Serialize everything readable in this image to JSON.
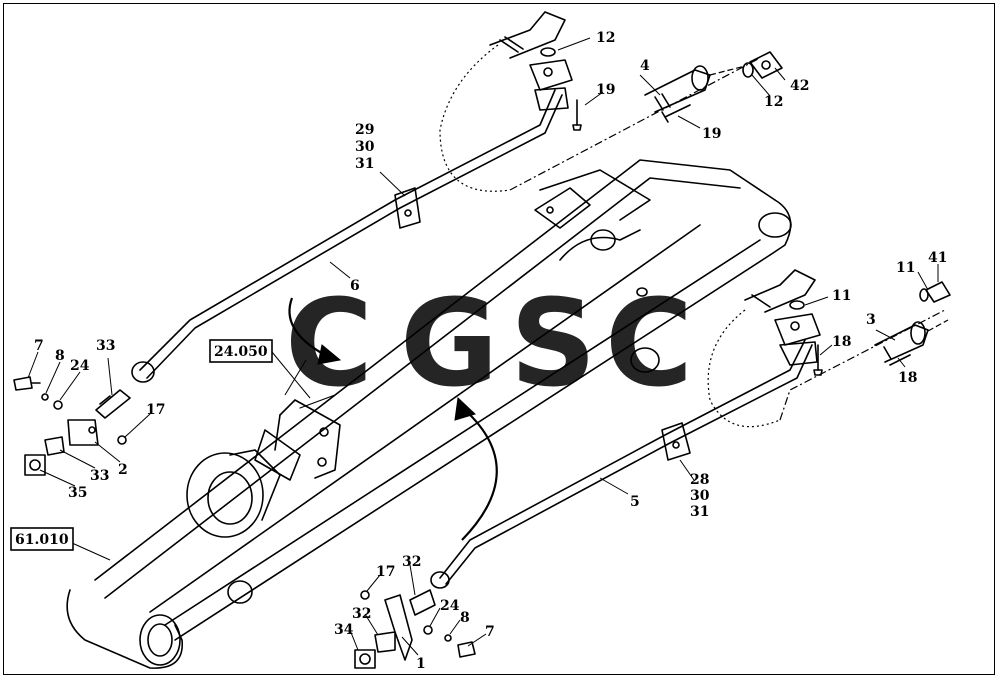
{
  "watermark": {
    "letters": [
      "C",
      "G",
      "S",
      "C"
    ],
    "colors": [
      "#5b9cf5",
      "#f07a72",
      "#f7cf4f",
      "#4fb07f"
    ]
  },
  "reference_boxes": [
    {
      "id": "ref-24050",
      "label": "24.050"
    },
    {
      "id": "ref-61010",
      "label": "61.010"
    }
  ],
  "callouts": {
    "c1": "1",
    "c2": "2",
    "c3": "3",
    "c4": "4",
    "c5": "5",
    "c6": "6",
    "c7a": "7",
    "c7b": "7",
    "c8a": "8",
    "c8b": "8",
    "c11a": "11",
    "c11b": "11",
    "c12a": "12",
    "c12b": "12",
    "c17a": "17",
    "c17b": "17",
    "c18a": "18",
    "c18b": "18",
    "c19a": "19",
    "c19b": "19",
    "c24a": "24",
    "c24b": "24",
    "c29": "29",
    "c30a": "30",
    "c31a": "31",
    "c28": "28",
    "c30b": "30",
    "c31b": "31",
    "c32a": "32",
    "c32b": "32",
    "c33a": "33",
    "c33b": "33",
    "c34": "34",
    "c35": "35",
    "c41": "41",
    "c42": "42"
  }
}
